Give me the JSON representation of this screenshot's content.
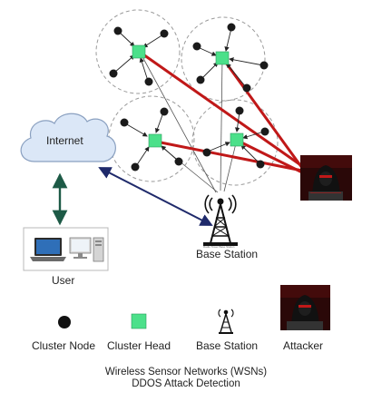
{
  "diagram": {
    "internet_label": "Internet",
    "user_label": "User",
    "base_station_label": "Base Station",
    "base_station_plate": "Radio Tower Base Station",
    "legend": {
      "cluster_node": "Cluster Node",
      "cluster_head": "Cluster Head",
      "base_station": "Base Station",
      "attacker": "Attacker"
    },
    "caption_line1": "Wireless Sensor Networks (WSNs)",
    "caption_line2": "DDOS  Attack Detection"
  },
  "colors": {
    "cluster_head": "#4ce08a",
    "attack_line": "#c01818",
    "link_line": "#1f2a6b",
    "user_link": "#1d5a46",
    "cloud": "#dbe7f7",
    "cloud_stroke": "#8aa0c0"
  }
}
